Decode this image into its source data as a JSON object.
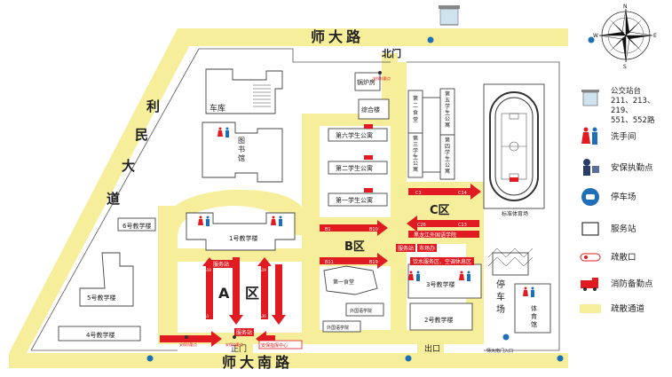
{
  "roads": {
    "north": "师大路",
    "south": "师大南路",
    "west": [
      "利",
      "民",
      "大",
      "道"
    ]
  },
  "gates": {
    "north": "北门",
    "south": "正门",
    "exit": "出口"
  },
  "zones": {
    "a": [
      "A",
      "区"
    ],
    "b": "B区",
    "c": "C区"
  },
  "buildings": {
    "garage": "车库",
    "library": [
      "图",
      "书",
      "馆"
    ],
    "boiler": "锅炉房",
    "complex": "综合楼",
    "dorm6": "第六学生公寓",
    "dorm2": "第二学生公寓",
    "dorm1": "第一学生公寓",
    "canteen1": "第一食堂",
    "canteen2": [
      "第",
      "二",
      "食",
      "堂"
    ],
    "dorm5": [
      "第",
      "五",
      "学",
      "生",
      "公",
      "寓"
    ],
    "dorm3": [
      "第",
      "三",
      "学",
      "生",
      "公",
      "寓"
    ],
    "dorm4": [
      "第",
      "四",
      "学",
      "生",
      "公",
      "寓"
    ],
    "stadium": "标准体育场",
    "teach1": "1号教学楼",
    "teach2": "2号教学楼",
    "teach3": "3号教学楼",
    "teach4": "4号教学楼",
    "teach5": "5号教学楼",
    "teach6": "6号教学楼",
    "gym": [
      "体",
      "育",
      "馆"
    ],
    "parking": [
      "停",
      "车",
      "场"
    ],
    "small1": "外国语学院",
    "small2": "外国语学院",
    "foreign_banner": "黑龙江外国语学院"
  },
  "service": {
    "a": "服务站",
    "b": "服务站",
    "c": "服务站",
    "c2": "服务站",
    "market": "市场办",
    "drink": "饮水服务区、空调休息区",
    "security_center": "安保指挥中心",
    "muster1": "安保执勤点",
    "muster2": "安保执勤点",
    "muster3": "安保执勤点",
    "south_gate_sign": "师大南门入口"
  },
  "arrows": {
    "c1": "C1",
    "c14": "C14",
    "c26": "C26",
    "c13": "C13",
    "b1": "B1",
    "b10": "B10",
    "b11": "B11",
    "b19": "B19",
    "a1": "A1",
    "a18": "A18",
    "a19": "A19",
    "a36": "A36"
  },
  "legend": {
    "bus": {
      "label": "公交站台",
      "lines": [
        "211、213、219、",
        "551、552路"
      ]
    },
    "toilet": "洗手间",
    "security": "安保执勤点",
    "parking": "停车场",
    "service": "服务站",
    "evac": "疏散口",
    "fire": "消防备勤点",
    "channel": "疏散通道"
  },
  "compass": {
    "n": "N",
    "s": "S",
    "e": "E",
    "w": "W"
  },
  "colors": {
    "road": "#f6ee9a",
    "red": "#e01b22",
    "blue": "#1f6fb6",
    "line": "#555555"
  }
}
